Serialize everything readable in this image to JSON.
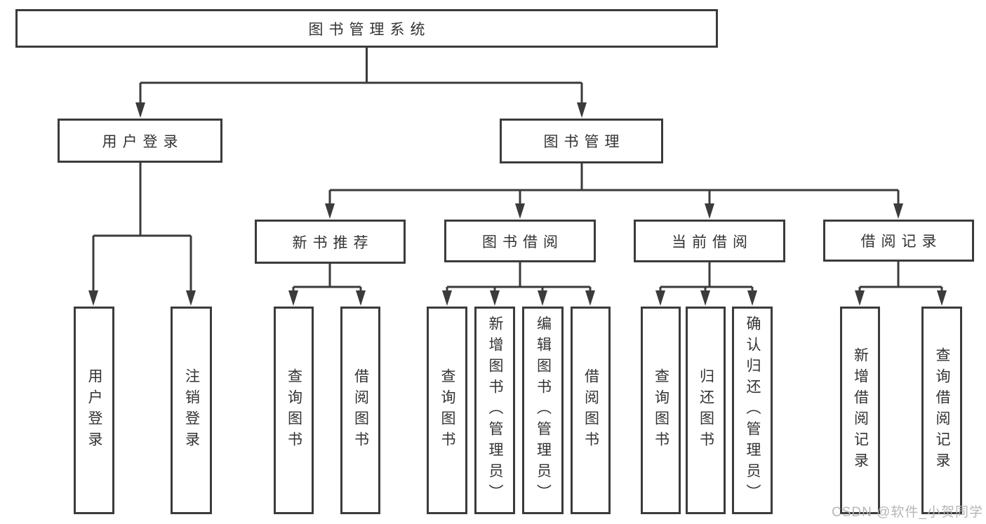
{
  "colors": {
    "line": "#3b3b3b",
    "box_border": "#3b3b3b",
    "box_background": "#ffffff",
    "text": "#333333",
    "watermark": "#b2b2b2",
    "background": "#ffffff"
  },
  "watermark": {
    "text": "CSDN @软件_小贺同学"
  },
  "tree": {
    "root": {
      "label": "图书管理系统",
      "children": [
        {
          "label": "用户登录",
          "children": [
            {
              "label": "用户登录"
            },
            {
              "label": "注销登录"
            }
          ]
        },
        {
          "label": "图书管理",
          "children": [
            {
              "label": "新书推荐",
              "children": [
                {
                  "label": "查询图书"
                },
                {
                  "label": "借阅图书"
                }
              ]
            },
            {
              "label": "图书借阅",
              "children": [
                {
                  "label": "查询图书"
                },
                {
                  "label": "新增图书（管理员）"
                },
                {
                  "label": "编辑图书（管理员）"
                },
                {
                  "label": "借阅图书"
                }
              ]
            },
            {
              "label": "当前借阅",
              "children": [
                {
                  "label": "查询图书"
                },
                {
                  "label": "归还图书"
                },
                {
                  "label": "确认归还（管理员）"
                }
              ]
            },
            {
              "label": "借阅记录",
              "children": [
                {
                  "label": "新增借阅记录"
                },
                {
                  "label": "查询借阅记录"
                }
              ]
            }
          ]
        }
      ]
    }
  }
}
